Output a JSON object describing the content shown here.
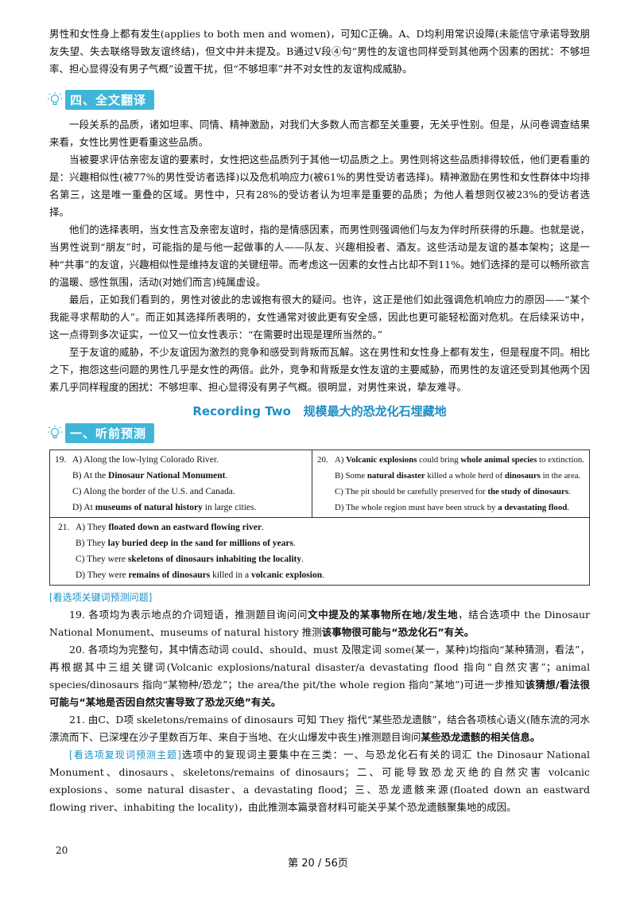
{
  "intro_para": "男性和女性身上都有发生(applies to both men and women)，可知C正确。A、D均利用常识设障(未能信守承诺导致朋友失望、失去联络导致友谊终结)，但文中并未提及。B通过Ⅴ段④句“男性的友谊也同样受到其他两个因素的困扰：不够坦率、担心显得没有男子气概”设置干扰，但“不够坦率”并不对女性的友谊构成威胁。",
  "section4": {
    "title": "四、全文翻译",
    "paragraphs": [
      "一段关系的品质，诸如坦率、同情、精神激励，对我们大多数人而言都至关重要，无关乎性别。但是，从问卷调查结果来看，女性比男性更看重这些品质。",
      "当被要求评估亲密友谊的要素时，女性把这些品质列于其他一切品质之上。男性则将这些品质排得较低，他们更看重的是：兴趣相似性(被77%的男性受访者选择)以及危机响应力(被61%的男性受访者选择)。精神激励在男性和女性群体中均排名第三，这是唯一重叠的区域。男性中，只有28%的受访者认为坦率是重要的品质；为他人着想则仅被23%的受访者选择。",
      "他们的选择表明，当女性言及亲密友谊时，指的是情感因素，而男性则强调他们与友为伴时所获得的乐趣。也就是说，当男性说到“朋友”时，可能指的是与他一起做事的人——队友、兴趣相投者、酒友。这些活动是友谊的基本架构；这是一种“共事”的友谊，兴趣相似性是维持友谊的关键纽带。而考虑这一因素的女性占比却不到11%。她们选择的是可以畅所欲言的温暖、感性氛围，活动(对她们而言)纯属虚设。",
      "最后，正如我们看到的，男性对彼此的忠诚抱有很大的疑问。也许，这正是他们如此强调危机响应力的原因——“某个我能寻求帮助的人”。而正如其选择所表明的，女性通常对彼此更有安全感，因此也更可能轻松面对危机。在后续采访中，这一点得到多次证实，一位又一位女性表示：“在需要时出现是理所当然的。”",
      "至于友谊的威胁，不少友谊因为激烈的竞争和感受到背叛而瓦解。这在男性和女性身上都有发生，但是程度不同。相比之下，抱怨这些问题的男性几乎是女性的两倍。此外，竞争和背叛是女性友谊的主要威胁，而男性的友谊还受到其他两个因素几乎同样程度的困扰：不够坦率、担心显得没有男子气概。很明显，对男性来说，挚友难寻。"
    ]
  },
  "recording": {
    "label": "Recording Two",
    "title": "规模最大的恐龙化石埋藏地"
  },
  "section1": {
    "title": "一、听前预测"
  },
  "options": {
    "q19": {
      "num": "19.",
      "A": "A) Along the low-lying Colorado River.",
      "B_pre": "B) At the ",
      "B_bold": "Dinosaur National Monument",
      "B_post": ".",
      "C": "C) Along the border of the U.S. and Canada.",
      "D_pre": "D) At ",
      "D_bold": "museums of natural history",
      "D_post": " in large cities."
    },
    "q20": {
      "num": "20.",
      "A_pre": "A) ",
      "A_b1": "Volcanic explosions",
      "A_mid": " could bring ",
      "A_b2": "whole animal species",
      "A_post": " to extinction.",
      "B_pre": "B) Some ",
      "B_b1": "natural disaster",
      "B_mid": " killed a whole herd of ",
      "B_b2": "dinosaurs",
      "B_post": " in the area.",
      "C_pre": "C) The pit should be carefully preserved for ",
      "C_b1": "the study of dinosaurs",
      "C_post": ".",
      "D_pre": "D) The whole region must have been struck by ",
      "D_b1": "a devastating flood",
      "D_post": "."
    },
    "q21": {
      "num": "21.",
      "A_pre": "A) They ",
      "A_b1": "floated down an eastward flowing river",
      "A_post": ".",
      "B_pre": "B) They ",
      "B_b1": "lay buried deep in the sand for millions of years",
      "B_post": ".",
      "C_pre": "C) They were ",
      "C_b1": "skeletons of dinosaurs inhabiting the locality",
      "C_post": ".",
      "D_pre": "D) They were ",
      "D_b1": "remains of dinosaurs",
      "D_mid": " killed in a ",
      "D_b2": "volcanic explosion",
      "D_post": "."
    }
  },
  "analysis": {
    "hint1": "[看选项关键词预测问题]",
    "p19_pre": "19. 各项均为表示地点的介词短语，推测题目询问问",
    "p19_b1": "文中提及的某事物所在地/发生地",
    "p19_mid": "，结合选项中 the Dinosaur National Monument、museums of natural history 推测",
    "p19_b2": "该事物很可能与“恐龙化石”有关。",
    "p20_pre": "20. 各项均为完整句，其中情态动词 could、should、must 及限定词 some(某一，某种)均指向“某种猜测，看法”，再根据其中三组关键词(Volcanic explosions/natural disaster/a devastating flood 指向“自然灾害”；animal species/dinosaurs 指向“某物种/恐龙”；the area/the pit/the whole region 指向“某地”)可进一步推知",
    "p20_b1": "该猜想/看法很可能与“某地是否因自然灾害导致了恐龙灭绝”有关。",
    "p21_pre": "21. 由C、D项 skeletons/remains of dinosaurs 可知 They 指代“某些恐龙遗骸”，结合各项核心语义(随东流的河水漂流而下、已深埋在沙子里数百万年、来自于当地、在火山爆发中丧生)推测题目询问",
    "p21_b1": "某些恐龙遗骸的相关信息。",
    "hint2": "[看选项复现词预测主题]",
    "p22": "选项中的复现词主要集中在三类：一、与恐龙化石有关的词汇 the Dinosaur National Monument、dinosaurs、skeletons/remains of dinosaurs；二、可能导致恐龙灭绝的自然灾害 volcanic explosions、some natural disaster、a devastating flood；三、恐龙遗骸来源(floated down an eastward flowing river、inhabiting the locality)，由此推测本篇录音材料可能关乎某个恐龙遗骸聚集地的成因。"
  },
  "footer": {
    "page_number": "20",
    "page_indicator": "第 20 / 56页"
  }
}
